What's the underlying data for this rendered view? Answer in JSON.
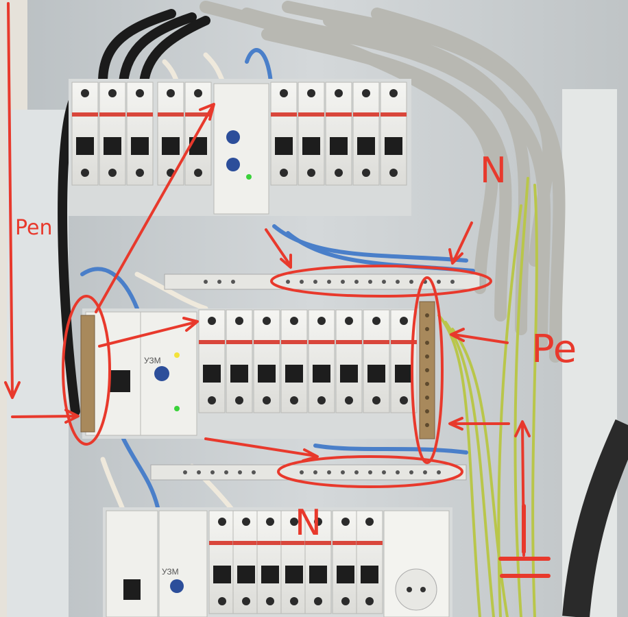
{
  "labels": {
    "pen": "Pen",
    "n_top": "N",
    "pe": "Pe",
    "n_bottom": "N"
  },
  "device_labels": {
    "uzm_middle": "УЗМ",
    "uzm_bottom": "УЗМ"
  },
  "colors": {
    "annotation": "#e8392c",
    "cabinet": "#c9ced0",
    "breaker_body": "#f1f1ee",
    "breaker_stripe": "#d9463b",
    "cable_grey": "#b9b9b4",
    "wire_blue": "#4a7fc9",
    "wire_yellow_green": "#b9c64a",
    "led_green": "#3ad23a",
    "led_yellow": "#f3e23a"
  }
}
